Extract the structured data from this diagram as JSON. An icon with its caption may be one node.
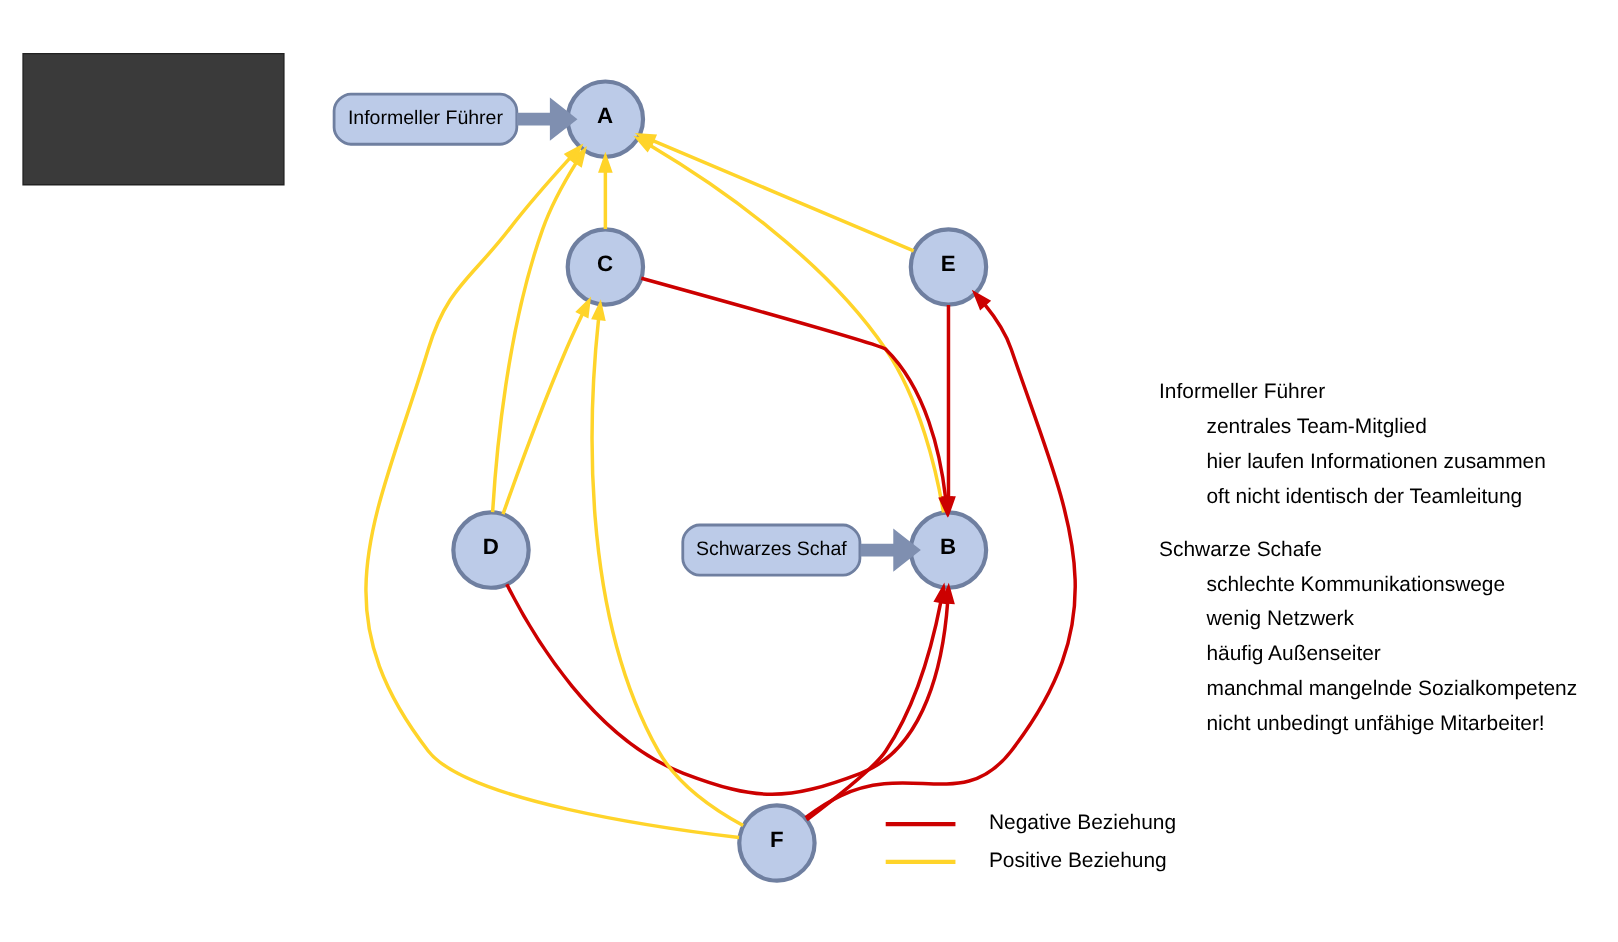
{
  "diagram": {
    "nodes": [
      {
        "text": [],
        "shape": "box"
      },
      {
        "text": [
          "A"
        ]
      },
      {
        "text": [
          "Informeller Führer"
        ]
      },
      {
        "text": [
          "D"
        ]
      },
      {
        "text": [
          "B"
        ]
      },
      {
        "text": [
          "Schwarzes Schaf"
        ]
      },
      {
        "text": [
          "E"
        ]
      },
      {
        "text": [
          "C"
        ]
      },
      {
        "text": [
          "F"
        ]
      }
    ],
    "edges": [
      {
        "from": 3,
        "to": 1,
        "arrow": "to"
      },
      {
        "from": 6,
        "to": 1,
        "arrow": "to"
      },
      {
        "from": 8,
        "to": 1,
        "arrow": "to"
      },
      {
        "from": 7,
        "to": 1,
        "arrow": "to"
      },
      {
        "from": 4,
        "to": 1,
        "arrow": "to"
      },
      {
        "from": 3,
        "to": 4,
        "arrow": "to",
        "color": "#cc0000"
      },
      {
        "from": 6,
        "to": 4,
        "arrow": "to",
        "color": "#cc0000"
      },
      {
        "from": 8,
        "to": 4,
        "arrow": "to",
        "color": "#cc0000"
      },
      {
        "from": 7,
        "to": 4,
        "arrow": "to",
        "color": "#cc0000"
      },
      {
        "from": 3,
        "to": 7,
        "arrow": "to"
      },
      {
        "from": 8,
        "to": 6,
        "arrow": "to",
        "color": "#cc0000"
      },
      {
        "from": 8,
        "to": 7,
        "arrow": "to"
      },
      {
        "from": 2,
        "to": 1,
        "arrow": "to",
        "style": "thick",
        "color": "#7f8fb0"
      },
      {
        "from": 5,
        "to": 4,
        "arrow": "to",
        "style": "thick",
        "color": "#7f8fb0"
      }
    ],
    "labels": [
      "Informeller Führer",
      "zentrales Team-Mitglied",
      "hier laufen Informationen zusammen",
      "oft nicht identisch der Teamleitung",
      "Schwarze Schafe",
      "schlechte Kommunikationswege",
      "wenig Netzwerk",
      "häufig Außenseiter",
      "manchmal mangelnde Sozialkompetenz",
      "nicht unbedingt unfähige Mitarbeiter!"
    ],
    "legend": [
      {
        "text": "Negative Beziehung"
      },
      {
        "text": "Positive Beziehung"
      }
    ]
  }
}
